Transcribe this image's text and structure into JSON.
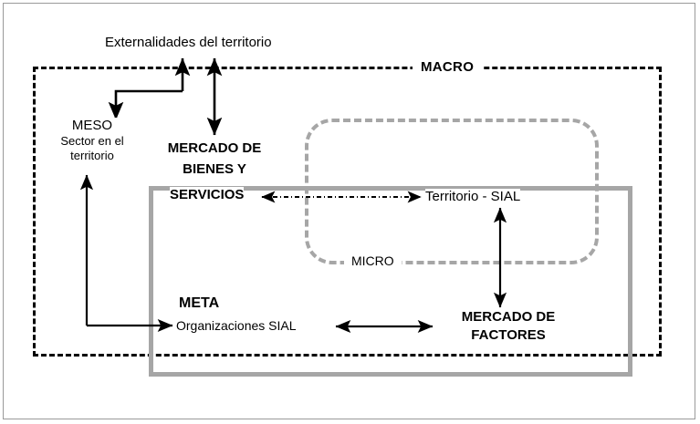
{
  "diagram": {
    "title_text": "Externalidades del territorio",
    "boxes": {
      "macro_label": "MACRO",
      "micro_label": "MICRO"
    },
    "nodes": {
      "meso_title": "MESO",
      "meso_subtitle_line1": "Sector en el",
      "meso_subtitle_line2": "territorio",
      "mercado_bienes_line1": "MERCADO DE",
      "mercado_bienes_line2": "BIENES Y",
      "servicios": "SERVICIOS",
      "territorio_sial": "Territorio - SIAL",
      "meta_title": "META",
      "meta_subtitle": "Organizaciones SIAL",
      "mercado_factores_line1": "MERCADO DE",
      "mercado_factores_line2": "FACTORES"
    },
    "colors": {
      "macro_border": "#000000",
      "micro_border": "#a6a6a6",
      "sial_border": "#a6a6a6",
      "page_frame": "#9a9a9a",
      "text": "#000000",
      "arrow": "#000000"
    },
    "connectors": [
      {
        "name": "externalidades-to-meso",
        "style": "solid",
        "heads": "end",
        "from": "Externalidades del territorio",
        "to": "MESO"
      },
      {
        "name": "externalidades-mercado-bienes",
        "style": "solid",
        "heads": "both",
        "from": "Externalidades del territorio",
        "to": "MERCADO DE BIENES Y SERVICIOS"
      },
      {
        "name": "servicios-territorio-sial",
        "style": "dash-dot",
        "heads": "both",
        "from": "SERVICIOS",
        "to": "Territorio - SIAL"
      },
      {
        "name": "territorio-sial-mercado-factores",
        "style": "solid",
        "heads": "both",
        "from": "Territorio - SIAL",
        "to": "MERCADO DE FACTORES"
      },
      {
        "name": "organizaciones-mercado-factores",
        "style": "solid",
        "heads": "both",
        "from": "Organizaciones SIAL",
        "to": "MERCADO DE FACTORES"
      },
      {
        "name": "organizaciones-to-meso",
        "style": "solid",
        "heads": "both",
        "from": "Organizaciones SIAL",
        "to": "MESO"
      }
    ]
  }
}
